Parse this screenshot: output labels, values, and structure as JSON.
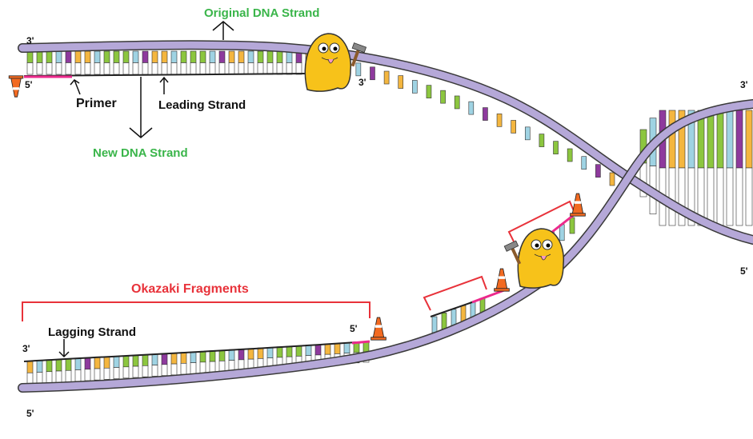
{
  "labels": {
    "original": "Original DNA Strand",
    "new": "New DNA Strand",
    "primer": "Primer",
    "leading": "Leading Strand",
    "okazaki": "Okazaki Fragments",
    "lagging": "Lagging Strand",
    "three_prime": "3'",
    "five_prime": "5'"
  },
  "colors": {
    "backbone": "#b5a8d8",
    "backbone_outline": "#3a3a3a",
    "base_green": "#8cc63f",
    "base_blue": "#9fd3e3",
    "base_orange": "#f4b63f",
    "base_purple": "#8e3a9d",
    "primer": "#ec2a8c",
    "label_green": "#3ab54a",
    "label_red": "#e8323a",
    "bracket_red": "#e8323a",
    "helicase_body": "#f7c21a",
    "cone_orange": "#f26a21"
  },
  "icons": [
    "traffic-cone-icon",
    "hammer-icon",
    "enzyme-mascot-icon",
    "arrow-icon"
  ]
}
